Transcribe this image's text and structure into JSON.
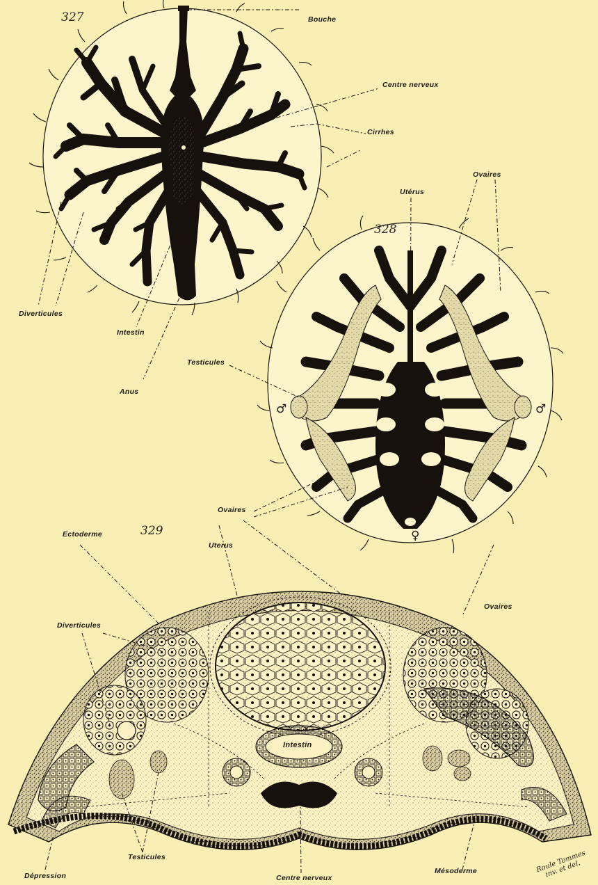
{
  "figure_numbers": [
    "327",
    "328",
    "329"
  ],
  "labels": {
    "bouche": "Bouche",
    "centre_nerveux_top": "Centre nerveux",
    "cirrhes": "Cirrhes",
    "ovaires_top": "Ovaires",
    "uterus_328": "Utérus",
    "diverticules_327": "Diverticules",
    "intestin_327": "Intestin",
    "anus": "Anus",
    "testicules_328": "Testicules",
    "ovaires_mid": "Ovaires",
    "ectoderme": "Ectoderme",
    "uterus_329": "Uterus",
    "diverticules_329": "Diverticules",
    "ovaires_329": "Ovaires",
    "intestin_329": "Intestin",
    "testicules_329": "Testicules",
    "mesoderme": "Mésoderme",
    "depression": "Dépression",
    "centre_nerveux_bottom": "Centre nerveux"
  },
  "sex_symbols": {
    "male": "♂",
    "female": "♀"
  },
  "signature": [
    "Roule Tommes",
    "inv. et del."
  ],
  "colors": {
    "paper": "#f9eeb4",
    "ink": "#16110d",
    "stipple": "#b9ad7e"
  }
}
